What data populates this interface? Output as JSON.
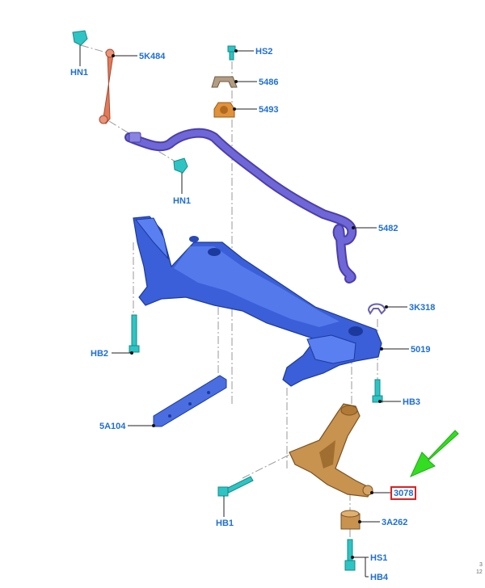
{
  "labels": {
    "hn1_top": "HN1",
    "k484": "5K484",
    "hs2": "HS2",
    "p5486": "5486",
    "p5493": "5493",
    "hn1_mid": "HN1",
    "p5482": "5482",
    "k318": "3K318",
    "p5019": "5019",
    "hb2": "HB2",
    "hb3": "HB3",
    "a104": "5A104",
    "p3078": "3078",
    "hb1": "HB1",
    "a262": "3A262",
    "hs1": "HS1",
    "hb4": "HB4"
  },
  "corner_text": [
    "3",
    "12"
  ],
  "colors": {
    "subframe": "#3a5fd8",
    "stabilizer_bar": "#6a60d0",
    "link": "#e07a5a",
    "control_arm": "#c8924f",
    "fastener": "#2ec4c4",
    "label": "#1e6fd0",
    "highlight_box": "#e02020",
    "arrow": "#33dd22"
  },
  "highlight": "3078"
}
